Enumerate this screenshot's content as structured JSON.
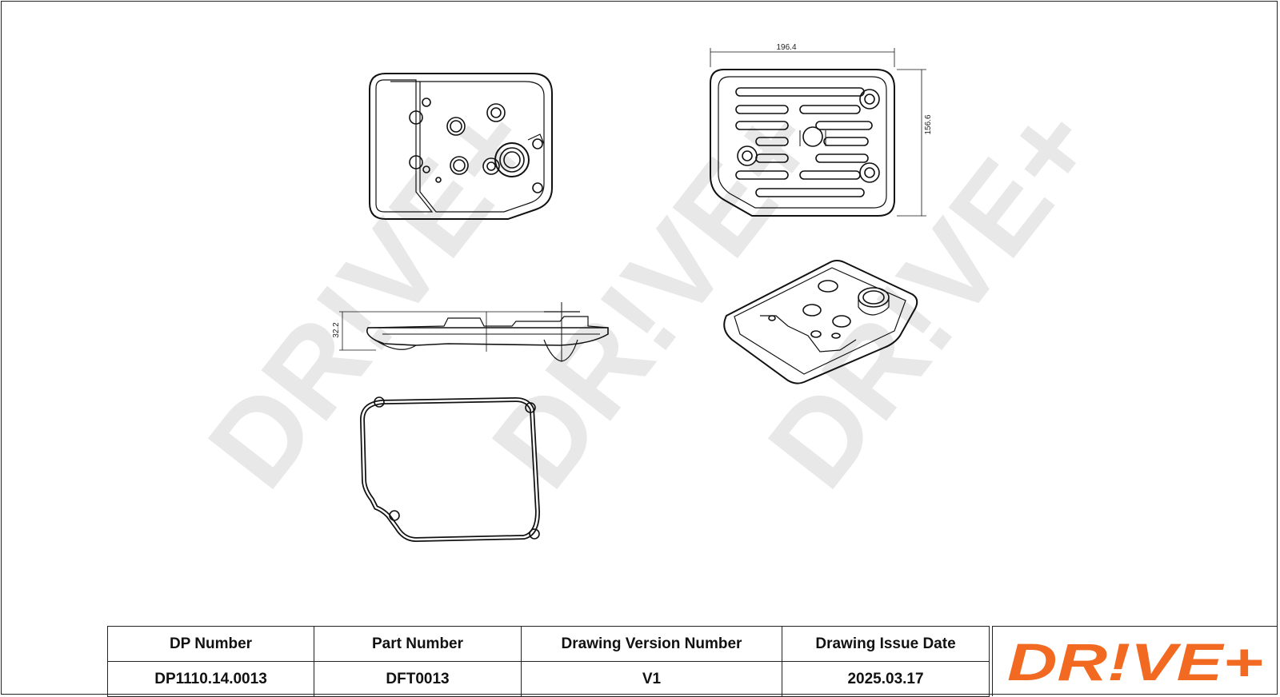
{
  "dimensions": {
    "width": "196.4",
    "height": "156.6",
    "thickness": "32.2"
  },
  "watermark": {
    "text": "DR!VE+",
    "color": "#e6e6e6"
  },
  "title_block": {
    "headers": [
      "DP Number",
      "Part Number",
      "Drawing Version Number",
      "Drawing Issue Date"
    ],
    "values": [
      "DP1110.14.0013",
      "DFT0013",
      "V1",
      "2025.03.17"
    ]
  },
  "logo": {
    "text": "DR!VE+",
    "color": "#f26a21"
  }
}
